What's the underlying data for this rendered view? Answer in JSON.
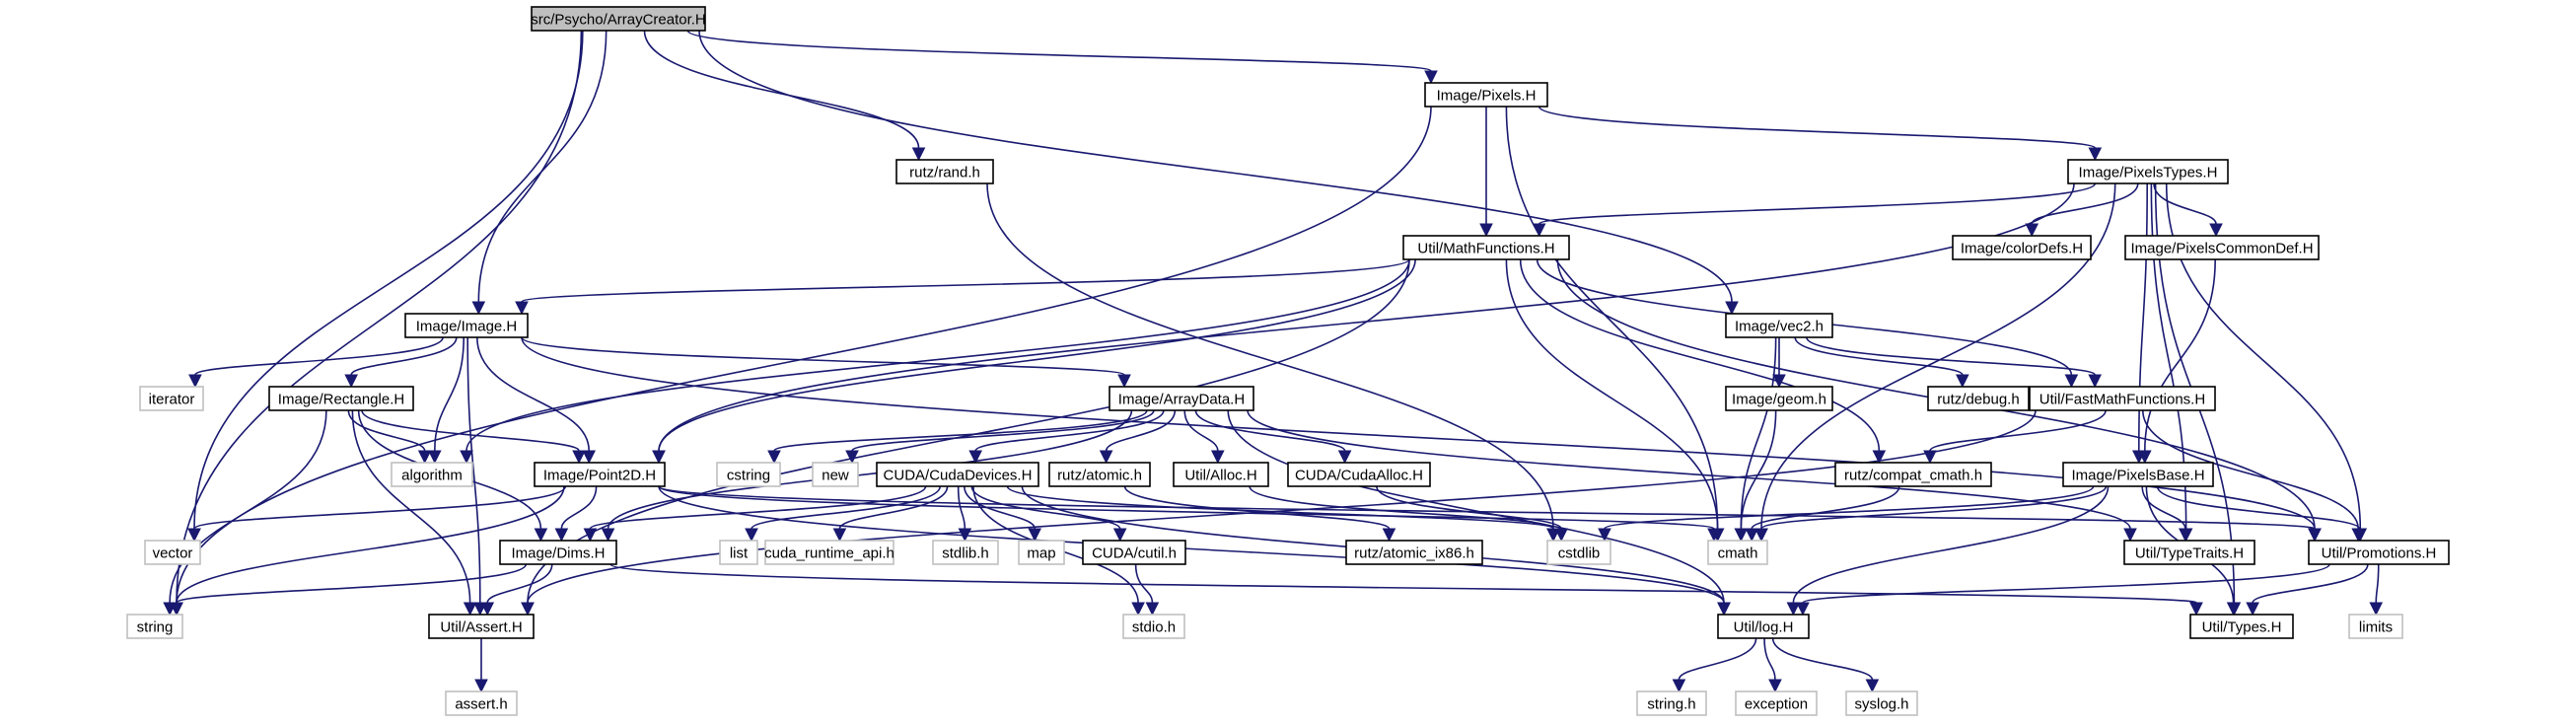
{
  "graph": {
    "nodes": [
      {
        "id": "src/Psycho/ArrayCreator.H",
        "label": "src/Psycho/ArrayCreator.H",
        "kind": "root"
      },
      {
        "id": "string",
        "label": "string",
        "kind": "external"
      },
      {
        "id": "vector",
        "label": "vector",
        "kind": "external"
      },
      {
        "id": "Image/Image.H",
        "label": "Image/Image.H",
        "kind": "internal"
      },
      {
        "id": "rutz/rand.h",
        "label": "rutz/rand.h",
        "kind": "internal"
      },
      {
        "id": "Image/Pixels.H",
        "label": "Image/Pixels.H",
        "kind": "internal"
      },
      {
        "id": "Image/vec2.h",
        "label": "Image/vec2.h",
        "kind": "internal"
      },
      {
        "id": "Image/PixelsTypes.H",
        "label": "Image/PixelsTypes.H",
        "kind": "internal"
      },
      {
        "id": "Util/MathFunctions.H",
        "label": "Util/MathFunctions.H",
        "kind": "internal"
      },
      {
        "id": "Image/colorDefs.H",
        "label": "Image/colorDefs.H",
        "kind": "internal"
      },
      {
        "id": "Image/PixelsCommonDef.H",
        "label": "Image/PixelsCommonDef.H",
        "kind": "internal"
      },
      {
        "id": "iterator",
        "label": "iterator",
        "kind": "external"
      },
      {
        "id": "Image/Rectangle.H",
        "label": "Image/Rectangle.H",
        "kind": "internal"
      },
      {
        "id": "algorithm",
        "label": "algorithm",
        "kind": "external"
      },
      {
        "id": "Image/ArrayData.H",
        "label": "Image/ArrayData.H",
        "kind": "internal"
      },
      {
        "id": "Image/geom.h",
        "label": "Image/geom.h",
        "kind": "internal"
      },
      {
        "id": "rutz/debug.h",
        "label": "rutz/debug.h",
        "kind": "internal"
      },
      {
        "id": "Util/FastMathFunctions.H",
        "label": "Util/FastMathFunctions.H",
        "kind": "internal"
      },
      {
        "id": "Image/Point2D.H",
        "label": "Image/Point2D.H",
        "kind": "internal"
      },
      {
        "id": "cstring",
        "label": "cstring",
        "kind": "external"
      },
      {
        "id": "new",
        "label": "new",
        "kind": "external"
      },
      {
        "id": "CUDA/CudaDevices.H",
        "label": "CUDA/CudaDevices.H",
        "kind": "internal"
      },
      {
        "id": "rutz/atomic.h",
        "label": "rutz/atomic.h",
        "kind": "internal"
      },
      {
        "id": "Util/Alloc.H",
        "label": "Util/Alloc.H",
        "kind": "internal"
      },
      {
        "id": "CUDA/CudaAlloc.H",
        "label": "CUDA/CudaAlloc.H",
        "kind": "internal"
      },
      {
        "id": "rutz/compat_cmath.h",
        "label": "rutz/compat_cmath.h",
        "kind": "internal"
      },
      {
        "id": "Image/PixelsBase.H",
        "label": "Image/PixelsBase.H",
        "kind": "internal"
      },
      {
        "id": "Image/Dims.H",
        "label": "Image/Dims.H",
        "kind": "internal"
      },
      {
        "id": "list",
        "label": "list",
        "kind": "external"
      },
      {
        "id": "cuda_runtime_api.h",
        "label": "cuda_runtime_api.h",
        "kind": "external"
      },
      {
        "id": "stdlib.h",
        "label": "stdlib.h",
        "kind": "external"
      },
      {
        "id": "map",
        "label": "map",
        "kind": "external"
      },
      {
        "id": "CUDA/cutil.h",
        "label": "CUDA/cutil.h",
        "kind": "internal"
      },
      {
        "id": "rutz/atomic_ix86.h",
        "label": "rutz/atomic_ix86.h",
        "kind": "internal"
      },
      {
        "id": "cstdlib",
        "label": "cstdlib",
        "kind": "external"
      },
      {
        "id": "cmath",
        "label": "cmath",
        "kind": "external"
      },
      {
        "id": "Util/TypeTraits.H",
        "label": "Util/TypeTraits.H",
        "kind": "internal"
      },
      {
        "id": "Util/Promotions.H",
        "label": "Util/Promotions.H",
        "kind": "internal"
      },
      {
        "id": "Util/Assert.H",
        "label": "Util/Assert.H",
        "kind": "internal"
      },
      {
        "id": "stdio.h",
        "label": "stdio.h",
        "kind": "external"
      },
      {
        "id": "Util/log.H",
        "label": "Util/log.H",
        "kind": "internal"
      },
      {
        "id": "Util/Types.H",
        "label": "Util/Types.H",
        "kind": "internal"
      },
      {
        "id": "limits",
        "label": "limits",
        "kind": "external"
      },
      {
        "id": "assert.h",
        "label": "assert.h",
        "kind": "external"
      },
      {
        "id": "string.h",
        "label": "string.h",
        "kind": "external"
      },
      {
        "id": "exception",
        "label": "exception",
        "kind": "external"
      },
      {
        "id": "syslog.h",
        "label": "syslog.h",
        "kind": "external"
      }
    ],
    "edges": [
      [
        "src/Psycho/ArrayCreator.H",
        "string"
      ],
      [
        "src/Psycho/ArrayCreator.H",
        "vector"
      ],
      [
        "src/Psycho/ArrayCreator.H",
        "Image/Image.H"
      ],
      [
        "src/Psycho/ArrayCreator.H",
        "rutz/rand.h"
      ],
      [
        "src/Psycho/ArrayCreator.H",
        "Image/Pixels.H"
      ],
      [
        "src/Psycho/ArrayCreator.H",
        "Image/vec2.h"
      ],
      [
        "Image/Pixels.H",
        "string"
      ],
      [
        "Image/Pixels.H",
        "Util/MathFunctions.H"
      ],
      [
        "Image/Pixels.H",
        "Image/PixelsTypes.H"
      ],
      [
        "Image/Pixels.H",
        "cmath"
      ],
      [
        "rutz/rand.h",
        "cstdlib"
      ],
      [
        "Image/PixelsTypes.H",
        "Util/MathFunctions.H"
      ],
      [
        "Image/PixelsTypes.H",
        "Image/colorDefs.H"
      ],
      [
        "Image/PixelsTypes.H",
        "Image/PixelsCommonDef.H"
      ],
      [
        "Image/PixelsTypes.H",
        "Image/PixelsBase.H"
      ],
      [
        "Image/PixelsTypes.H",
        "Util/TypeTraits.H"
      ],
      [
        "Image/PixelsTypes.H",
        "Util/Promotions.H"
      ],
      [
        "Image/PixelsTypes.H",
        "Util/Types.H"
      ],
      [
        "Image/PixelsTypes.H",
        "cmath"
      ],
      [
        "Image/PixelsTypes.H",
        "Image/Point2D.H"
      ],
      [
        "Image/PixelsCommonDef.H",
        "Image/PixelsBase.H"
      ],
      [
        "Util/MathFunctions.H",
        "Image/Image.H"
      ],
      [
        "Util/MathFunctions.H",
        "algorithm"
      ],
      [
        "Util/MathFunctions.H",
        "Util/Assert.H"
      ],
      [
        "Util/MathFunctions.H",
        "Image/Point2D.H"
      ],
      [
        "Util/MathFunctions.H",
        "cmath"
      ],
      [
        "Util/MathFunctions.H",
        "rutz/compat_cmath.h"
      ],
      [
        "Util/MathFunctions.H",
        "Util/FastMathFunctions.H"
      ],
      [
        "Util/MathFunctions.H",
        "Util/Promotions.H"
      ],
      [
        "Image/vec2.h",
        "Image/geom.h"
      ],
      [
        "Image/vec2.h",
        "rutz/debug.h"
      ],
      [
        "Image/vec2.h",
        "Util/FastMathFunctions.H"
      ],
      [
        "Image/vec2.h",
        "cmath"
      ],
      [
        "Image/geom.h",
        "cmath"
      ],
      [
        "Util/FastMathFunctions.H",
        "rutz/compat_cmath.h"
      ],
      [
        "Util/FastMathFunctions.H",
        "Util/Promotions.H"
      ],
      [
        "Util/FastMathFunctions.H",
        "Util/Assert.H"
      ],
      [
        "rutz/compat_cmath.h",
        "cmath"
      ],
      [
        "Image/Image.H",
        "iterator"
      ],
      [
        "Image/Image.H",
        "Image/Rectangle.H"
      ],
      [
        "Image/Image.H",
        "algorithm"
      ],
      [
        "Image/Image.H",
        "Image/ArrayData.H"
      ],
      [
        "Image/Image.H",
        "Image/Point2D.H"
      ],
      [
        "Image/Image.H",
        "Util/Assert.H"
      ],
      [
        "Image/Image.H",
        "Util/Promotions.H"
      ],
      [
        "Image/Rectangle.H",
        "algorithm"
      ],
      [
        "Image/Rectangle.H",
        "Image/Point2D.H"
      ],
      [
        "Image/Rectangle.H",
        "Image/Dims.H"
      ],
      [
        "Image/Rectangle.H",
        "string"
      ],
      [
        "Image/Rectangle.H",
        "Util/Assert.H"
      ],
      [
        "Image/ArrayData.H",
        "cstring"
      ],
      [
        "Image/ArrayData.H",
        "new"
      ],
      [
        "Image/ArrayData.H",
        "CUDA/CudaDevices.H"
      ],
      [
        "Image/ArrayData.H",
        "rutz/atomic.h"
      ],
      [
        "Image/ArrayData.H",
        "Util/Alloc.H"
      ],
      [
        "Image/ArrayData.H",
        "CUDA/CudaAlloc.H"
      ],
      [
        "Image/ArrayData.H",
        "Image/Dims.H"
      ],
      [
        "Image/ArrayData.H",
        "Util/TypeTraits.H"
      ],
      [
        "Image/ArrayData.H",
        "Util/log.H"
      ],
      [
        "Image/Point2D.H",
        "vector"
      ],
      [
        "Image/Point2D.H",
        "Image/Dims.H"
      ],
      [
        "Image/Point2D.H",
        "string"
      ],
      [
        "Image/Point2D.H",
        "cmath"
      ],
      [
        "Image/Point2D.H",
        "Util/Promotions.H"
      ],
      [
        "Image/Point2D.H",
        "Util/log.H"
      ],
      [
        "CUDA/CudaDevices.H",
        "list"
      ],
      [
        "CUDA/CudaDevices.H",
        "cuda_runtime_api.h"
      ],
      [
        "CUDA/CudaDevices.H",
        "stdlib.h"
      ],
      [
        "CUDA/CudaDevices.H",
        "map"
      ],
      [
        "CUDA/CudaDevices.H",
        "CUDA/cutil.h"
      ],
      [
        "CUDA/CudaDevices.H",
        "stdio.h"
      ],
      [
        "CUDA/CudaDevices.H",
        "Util/log.H"
      ],
      [
        "CUDA/CudaDevices.H",
        "Image/Dims.H"
      ],
      [
        "CUDA/CudaDevices.H",
        "cstdlib"
      ],
      [
        "CUDA/cutil.h",
        "stdio.h"
      ],
      [
        "rutz/atomic.h",
        "rutz/atomic_ix86.h"
      ],
      [
        "Util/Alloc.H",
        "cstdlib"
      ],
      [
        "CUDA/CudaAlloc.H",
        "cstdlib"
      ],
      [
        "Image/Dims.H",
        "string"
      ],
      [
        "Image/Dims.H",
        "Util/Assert.H"
      ],
      [
        "Image/Dims.H",
        "Util/Types.H"
      ],
      [
        "Util/Assert.H",
        "assert.h"
      ],
      [
        "Image/PixelsBase.H",
        "cstdlib"
      ],
      [
        "Image/PixelsBase.H",
        "cmath"
      ],
      [
        "Image/PixelsBase.H",
        "Util/TypeTraits.H"
      ],
      [
        "Image/PixelsBase.H",
        "Util/Promotions.H"
      ],
      [
        "Image/PixelsBase.H",
        "Util/Types.H"
      ],
      [
        "Image/PixelsBase.H",
        "Util/log.H"
      ],
      [
        "Util/Promotions.H",
        "Util/Types.H"
      ],
      [
        "Util/Promotions.H",
        "limits"
      ],
      [
        "Util/Promotions.H",
        "Util/log.H"
      ],
      [
        "Util/log.H",
        "string.h"
      ],
      [
        "Util/log.H",
        "exception"
      ],
      [
        "Util/log.H",
        "syslog.h"
      ]
    ]
  },
  "colors": {
    "edge": "#191970",
    "root_fill": "#bfbfbf",
    "internal_border": "#000000",
    "external_border": "#bfbfbf",
    "node_fill": "#ffffff",
    "text": "#000000"
  }
}
